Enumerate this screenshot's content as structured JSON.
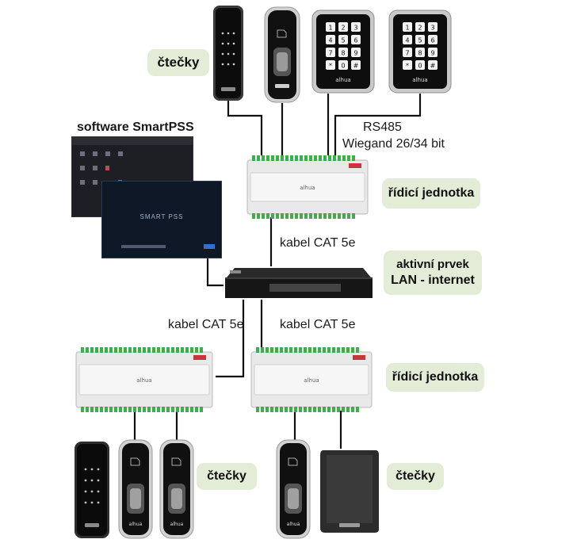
{
  "labels": {
    "readers": "čtečky",
    "software": "software SmartPSS",
    "protocols_line1": "RS485",
    "protocols_line2": "Wiegand 26/34 bit",
    "controller": "řídicí jednotka",
    "cable": "kabel CAT 5e",
    "switch_line1": "aktivní prvek",
    "switch_line2": "LAN - internet",
    "brand": "alhua",
    "smartpss_logo": "SMART PSS"
  },
  "keypad_keys": [
    "1",
    "2",
    "3",
    "4",
    "5",
    "6",
    "7",
    "8",
    "9",
    "*",
    "0",
    "#"
  ],
  "colors": {
    "pill_bg": "#e3ecd6",
    "cable": "#111111",
    "terminal_green": "#3fae4a",
    "terminal_red": "#c8343a",
    "controller_body": "#e9e9e9"
  }
}
